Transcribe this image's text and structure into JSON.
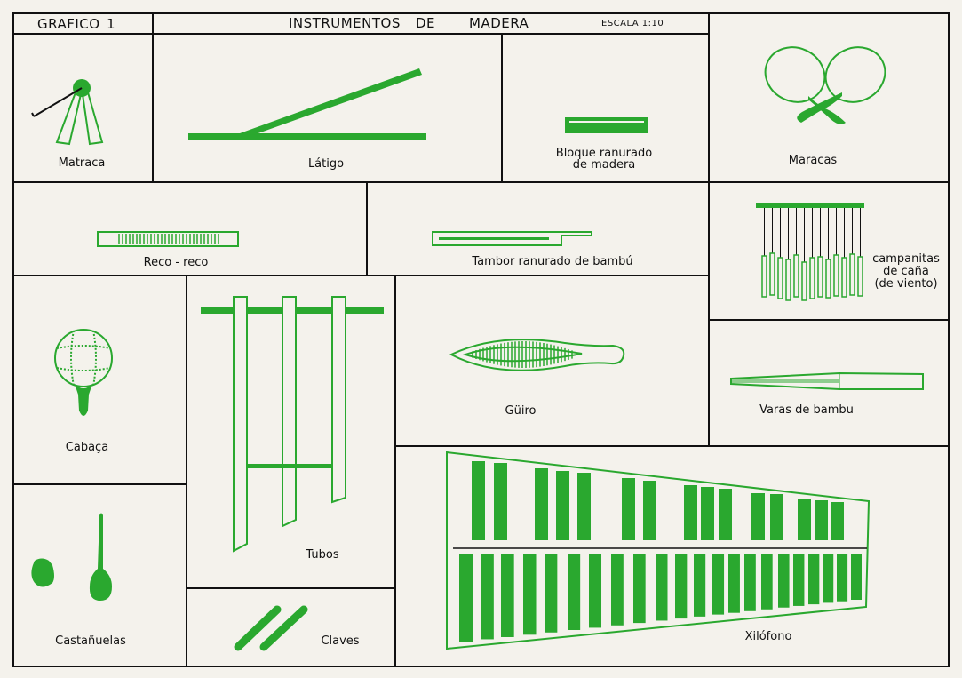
{
  "header": {
    "grafico_label": "GRAFICO",
    "grafico_number": "1",
    "title_word1": "INSTRUMENTOS",
    "title_word2": "DE",
    "title_word3": "MADERA",
    "scale": "ESCALA 1:10"
  },
  "instruments": {
    "matraca": "Matraca",
    "latigo": "Látigo",
    "bloque_line1": "Bloque ranurado",
    "bloque_line2": "de madera",
    "maracas": "Maracas",
    "recoreco": "Reco - reco",
    "tambor": "Tambor ranurado de bambú",
    "campanitas_line1": "campanitas",
    "campanitas_line2": "de caña",
    "campanitas_line3": "(de viento)",
    "cabaca": "Cabaça",
    "tubos": "Tubos",
    "guiro": "Güiro",
    "varas": "Varas de bambu",
    "castanuelas": "Castañuelas",
    "claves": "Claves",
    "xilofono": "Xilófono"
  },
  "colors": {
    "ink": "#111111",
    "green": "#2aa82f",
    "paper": "#f4f2ec"
  }
}
